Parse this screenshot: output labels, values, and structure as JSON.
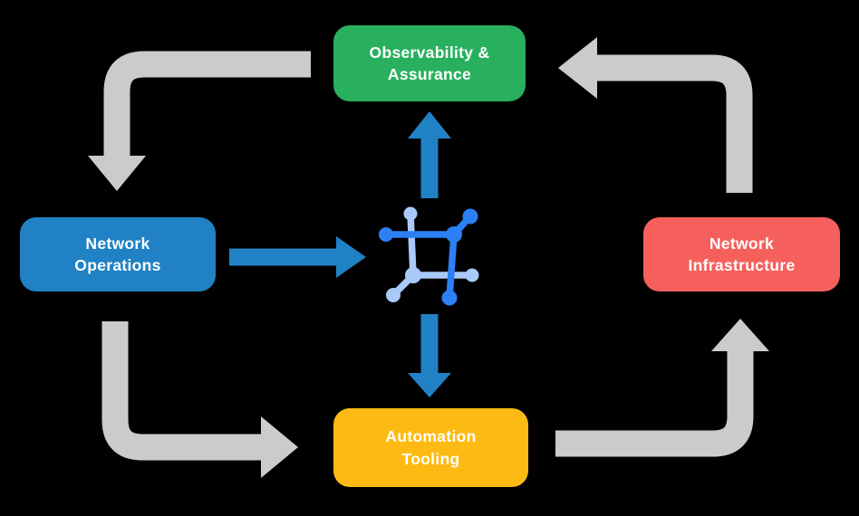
{
  "colors": {
    "background": "#000000",
    "label_text": "#ffffff",
    "node_green": "#29b05e",
    "node_blue": "#2082c4",
    "node_red": "#f5605c",
    "node_yellow": "#fdba12",
    "arrow_gray": "#cbcbcb",
    "arrow_blue": "#2082c4",
    "icon_dark": "#2b80f5",
    "icon_light": "#a9c9f9"
  },
  "nodes": {
    "observability": {
      "label": "Observability &\nAssurance"
    },
    "operations": {
      "label": "Network\nOperations"
    },
    "infrastructure": {
      "label": "Network\nInfrastructure"
    },
    "automation": {
      "label": "Automation\nTooling"
    }
  },
  "center_icon": {
    "name": "network-mesh-icon"
  },
  "edges": [
    {
      "from": "observability",
      "to": "operations",
      "style": "gray"
    },
    {
      "from": "operations",
      "to": "automation",
      "style": "gray"
    },
    {
      "from": "automation",
      "to": "infrastructure",
      "style": "gray"
    },
    {
      "from": "infrastructure",
      "to": "observability",
      "style": "gray"
    },
    {
      "from": "operations",
      "to": "center-icon",
      "style": "blue"
    },
    {
      "from": "center-icon",
      "to": "observability",
      "style": "blue"
    },
    {
      "from": "center-icon",
      "to": "automation",
      "style": "blue"
    }
  ]
}
